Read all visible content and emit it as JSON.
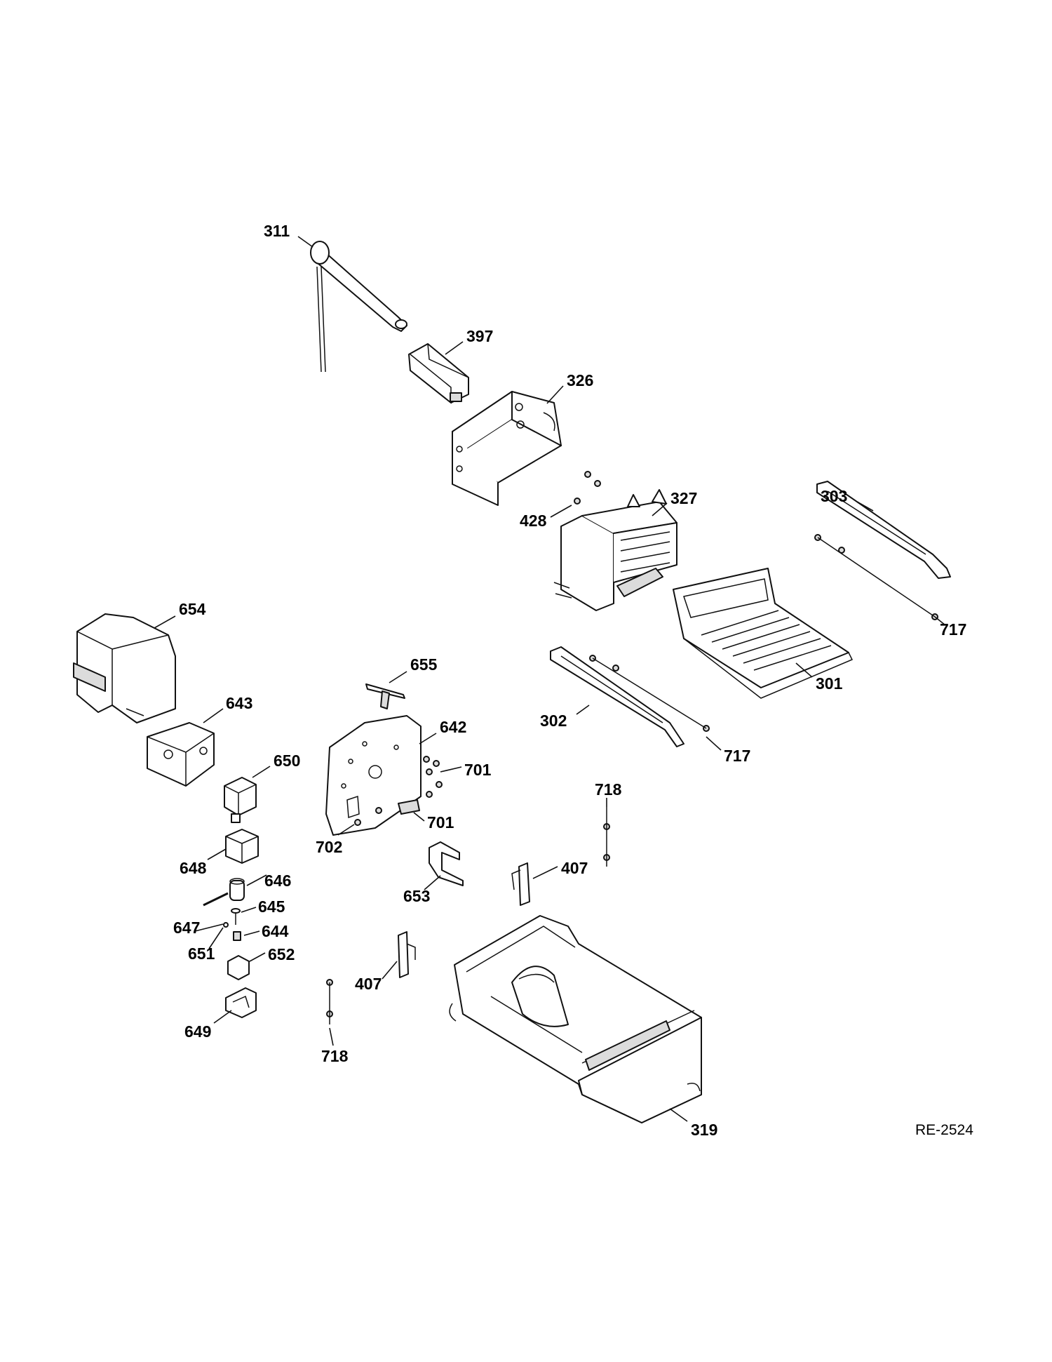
{
  "diagram": {
    "reference_code": "RE-2524",
    "callouts": [
      {
        "id": "c311",
        "label": "311"
      },
      {
        "id": "c397",
        "label": "397"
      },
      {
        "id": "c326",
        "label": "326"
      },
      {
        "id": "c327",
        "label": "327"
      },
      {
        "id": "c428",
        "label": "428"
      },
      {
        "id": "c303",
        "label": "303"
      },
      {
        "id": "c717a",
        "label": "717"
      },
      {
        "id": "c301",
        "label": "301"
      },
      {
        "id": "c654",
        "label": "654"
      },
      {
        "id": "c655",
        "label": "655"
      },
      {
        "id": "c643",
        "label": "643"
      },
      {
        "id": "c642",
        "label": "642"
      },
      {
        "id": "c302",
        "label": "302"
      },
      {
        "id": "c717b",
        "label": "717"
      },
      {
        "id": "c650",
        "label": "650"
      },
      {
        "id": "c701a",
        "label": "701"
      },
      {
        "id": "c701b",
        "label": "701"
      },
      {
        "id": "c718a",
        "label": "718"
      },
      {
        "id": "c702",
        "label": "702"
      },
      {
        "id": "c648",
        "label": "648"
      },
      {
        "id": "c646",
        "label": "646"
      },
      {
        "id": "c407a",
        "label": "407"
      },
      {
        "id": "c653",
        "label": "653"
      },
      {
        "id": "c645",
        "label": "645"
      },
      {
        "id": "c647",
        "label": "647"
      },
      {
        "id": "c644",
        "label": "644"
      },
      {
        "id": "c651",
        "label": "651"
      },
      {
        "id": "c652",
        "label": "652"
      },
      {
        "id": "c407b",
        "label": "407"
      },
      {
        "id": "c649",
        "label": "649"
      },
      {
        "id": "c718b",
        "label": "718"
      },
      {
        "id": "c319",
        "label": "319"
      }
    ]
  }
}
